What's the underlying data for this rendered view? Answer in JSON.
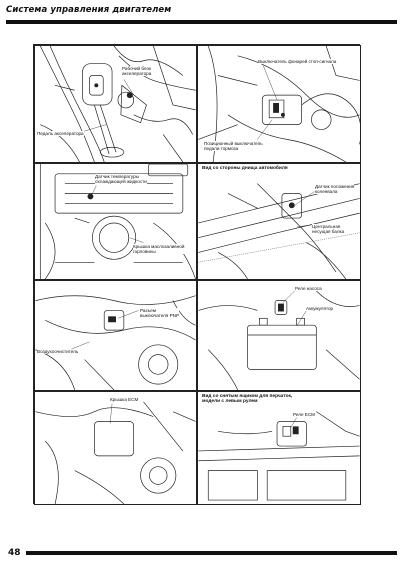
{
  "header": {
    "title": "Система управления двигателем"
  },
  "panels": [
    {
      "labels": [
        "Рабочий блок\nакселератора",
        "Педаль акселератора"
      ]
    },
    {
      "labels": [
        "Выключатель фонарей стоп-сигнала",
        "Позиционный выключатель\nпедали тормоза"
      ]
    },
    {
      "labels": [
        "Датчик температуры\nохлаждающей жидкости",
        "Крышка маслозаливной\nгорловины"
      ]
    },
    {
      "caption": "Вид со стороны днища автомобиля",
      "labels": [
        "Датчик положения\nколенвала",
        "Центральная\nнесущая балка"
      ]
    },
    {
      "labels": [
        "Разъем\nвыключателя PNP",
        "Воздухоочиститель"
      ]
    },
    {
      "labels": [
        "Реле насоса",
        "Аккумулятор"
      ]
    },
    {
      "labels": [
        "Крышка ECM"
      ]
    },
    {
      "caption": "Вид со снятым ящиком для перчаток,\nмодели с левым рулем",
      "labels": [
        "Реле ECM"
      ]
    }
  ],
  "footer": {
    "page_number": "48"
  }
}
